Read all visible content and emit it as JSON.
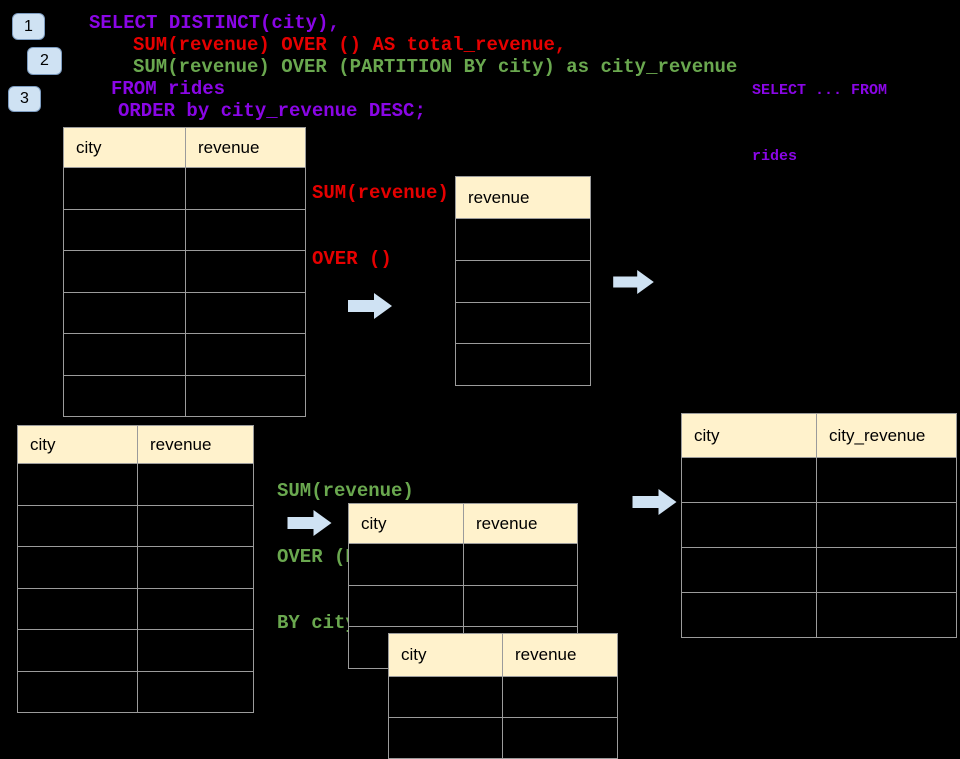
{
  "colors": {
    "purple": "#8a06e6",
    "red": "#e60000",
    "green": "#6aa84f",
    "arrow": "#cfe2f3",
    "badge_bg": "#cfe2f3",
    "badge_border": "#7d9cc0",
    "header_bg": "#fff2cc",
    "border": "#9b9b9b"
  },
  "badges": [
    "1",
    "2",
    "3"
  ],
  "code": {
    "line1": "SELECT DISTINCT(city),",
    "line2": "SUM(revenue) OVER () AS total_revenue,",
    "line3": "SUM(revenue) OVER (PARTITION BY city) as city_revenue",
    "line4": "FROM rides",
    "line5": "ORDER by city_revenue DESC;"
  },
  "side_note": {
    "line1": "SELECT ... FROM",
    "line2": "rides"
  },
  "labels": {
    "total": {
      "line1": "SUM(revenue)",
      "line2": "OVER ()"
    },
    "partition": {
      "line1": "SUM(revenue)",
      "line2": "OVER (PARTITION",
      "line3": "BY city)"
    }
  },
  "tables": {
    "source_top": {
      "headers": [
        "city",
        "revenue"
      ]
    },
    "revenue_only": {
      "headers": [
        "revenue"
      ]
    },
    "source_bottom": {
      "headers": [
        "city",
        "revenue"
      ]
    },
    "partition_mid": {
      "headers": [
        "city",
        "revenue"
      ]
    },
    "partition_front": {
      "headers": [
        "city",
        "revenue"
      ]
    },
    "result": {
      "headers": [
        "city",
        "city_revenue"
      ]
    }
  }
}
